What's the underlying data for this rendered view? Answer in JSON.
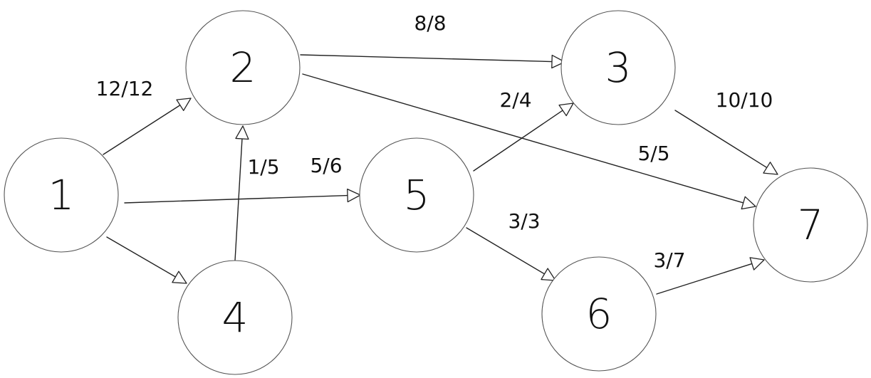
{
  "diagram": {
    "nodes": [
      {
        "id": "1",
        "label": "1"
      },
      {
        "id": "2",
        "label": "2"
      },
      {
        "id": "3",
        "label": "3"
      },
      {
        "id": "4",
        "label": "4"
      },
      {
        "id": "5",
        "label": "5"
      },
      {
        "id": "6",
        "label": "6"
      },
      {
        "id": "7",
        "label": "7"
      }
    ],
    "edges": [
      {
        "from": "1",
        "to": "2",
        "label": "12/12"
      },
      {
        "from": "1",
        "to": "5",
        "label": "5/6"
      },
      {
        "from": "1",
        "to": "4",
        "label": ""
      },
      {
        "from": "4",
        "to": "2",
        "label": "1/5"
      },
      {
        "from": "2",
        "to": "3",
        "label": "8/8"
      },
      {
        "from": "2",
        "to": "7",
        "label": "5/5"
      },
      {
        "from": "5",
        "to": "3",
        "label": "2/4"
      },
      {
        "from": "5",
        "to": "6",
        "label": "3/3"
      },
      {
        "from": "3",
        "to": "7",
        "label": "10/10"
      },
      {
        "from": "6",
        "to": "7",
        "label": "3/7"
      }
    ]
  }
}
